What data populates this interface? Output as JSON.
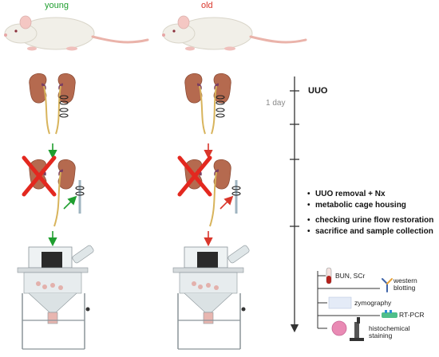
{
  "groups": {
    "young": {
      "label": "young",
      "color": "#1f9e2f"
    },
    "old": {
      "label": "old",
      "color": "#d9362b"
    }
  },
  "timeline": {
    "uuo_label": "UUO",
    "day_label": "1 day",
    "bullets": [
      "UUO removal + Nx",
      "metabolic cage housing",
      "checking urine flow restoration",
      "sacrifice and sample collection"
    ]
  },
  "assays": [
    {
      "label": "BUN, SCr",
      "icon": "blood-tube-icon"
    },
    {
      "label": "western blotting",
      "icon": "antibody-icon"
    },
    {
      "label": "zymography",
      "icon": "gel-icon"
    },
    {
      "label": "RT-PCR",
      "icon": "pcr-icon"
    },
    {
      "label": "histochemical staining",
      "icon": "microscope-icon"
    }
  ],
  "colors": {
    "kidney": "#b56a4f",
    "ureter": "#d8b45c",
    "timeline": "#333333",
    "excluded": "#e3281f"
  }
}
